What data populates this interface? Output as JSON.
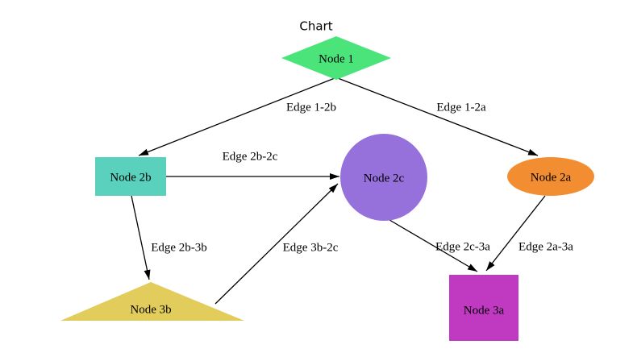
{
  "title": "Chart",
  "colors": {
    "background": "#ffffff",
    "edge": "#000000",
    "text": "#000000"
  },
  "nodes": [
    {
      "id": "node1",
      "label": "Node 1",
      "shape": "diamond",
      "color": "#4be47a"
    },
    {
      "id": "node2b",
      "label": "Node 2b",
      "shape": "rectangle",
      "color": "#5ad1bd"
    },
    {
      "id": "node2c",
      "label": "Node 2c",
      "shape": "circle",
      "color": "#9671db"
    },
    {
      "id": "node2a",
      "label": "Node 2a",
      "shape": "ellipse",
      "color": "#f28d32"
    },
    {
      "id": "node3b",
      "label": "Node 3b",
      "shape": "triangle",
      "color": "#e2cd5c"
    },
    {
      "id": "node3a",
      "label": "Node 3a",
      "shape": "square",
      "color": "#bf3ac0"
    }
  ],
  "edges": [
    {
      "label": "Edge 1-2b",
      "from": "node1",
      "to": "node2b"
    },
    {
      "label": "Edge 1-2a",
      "from": "node1",
      "to": "node2a"
    },
    {
      "label": "Edge 2b-2c",
      "from": "node2b",
      "to": "node2c"
    },
    {
      "label": "Edge 2b-3b",
      "from": "node2b",
      "to": "node3b"
    },
    {
      "label": "Edge 3b-2c",
      "from": "node3b",
      "to": "node2c"
    },
    {
      "label": "Edge 2c-3a",
      "from": "node2c",
      "to": "node3a"
    },
    {
      "label": "Edge 2a-3a",
      "from": "node2a",
      "to": "node3a"
    }
  ]
}
